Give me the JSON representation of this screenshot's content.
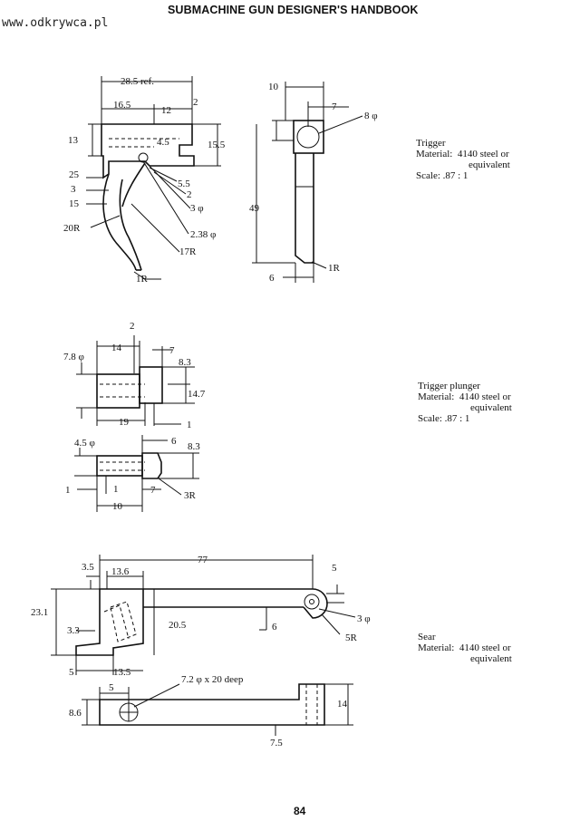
{
  "header": {
    "title": "SUBMACHINE GUN DESIGNER'S HANDBOOK",
    "watermark": "www.odkrywca.pl"
  },
  "page_number": "84",
  "parts": {
    "trigger": {
      "name": "Trigger",
      "material_label": "Material:",
      "material_line1": "4140 steel or",
      "material_line2": "equivalent",
      "scale": "Scale: .87 : 1",
      "dims": {
        "d_28_5": "28.5 ref.",
        "d_16_5": "16.5",
        "d_12": "12",
        "d_2a": "2",
        "d_13": "13",
        "d_4_5": "4.5",
        "d_15_5": "15.5",
        "d_25": "25",
        "d_5_5": "5.5",
        "d_3": "3",
        "d_2b": "2",
        "d_15": "15",
        "d_3phi": "3 φ",
        "d_20R": "20R",
        "d_2_38": "2.38 φ",
        "d_17R": "17R",
        "d_1R": "1R",
        "d_10": "10",
        "d_7": "7",
        "d_8phi": "8 φ",
        "d_49": "49",
        "d_6": "6",
        "d_1R_b": "1R"
      }
    },
    "plunger": {
      "name": "Trigger plunger",
      "material_label": "Material:",
      "material_line1": "4140 steel or",
      "material_line2": "equivalent",
      "scale": "Scale: .87 : 1",
      "dims": {
        "d_2": "2",
        "d_7_8": "7.8 φ",
        "d_14": "14",
        "d_7": "7",
        "d_8_3": "8.3",
        "d_14_7": "14.7",
        "d_19": "19",
        "d_1": "1",
        "d_4_5": "4.5 φ",
        "d_6": "6",
        "d_8_3b": "8.3",
        "d_1a": "1",
        "d_1b": "1",
        "d_7b": "7",
        "d_3R": "3R",
        "d_10": "10"
      }
    },
    "sear": {
      "name": "Sear",
      "material_label": "Material:",
      "material_line1": "4140 steel or",
      "material_line2": "equivalent",
      "dims": {
        "d_77": "77",
        "d_3_5": "3.5",
        "d_13_6": "13.6",
        "d_5": "5",
        "d_23_1": "23.1",
        "d_20_5": "20.5",
        "d_6": "6",
        "d_3phi": "3 φ",
        "d_3_3": "3.3",
        "d_5R": "5R",
        "d_5b": "5",
        "d_13_5": "13.5",
        "d_7_2": "7.2 φ x 20 deep",
        "d_5c": "5",
        "d_8_6": "8.6",
        "d_14": "14",
        "d_7_5": "7.5"
      }
    }
  }
}
